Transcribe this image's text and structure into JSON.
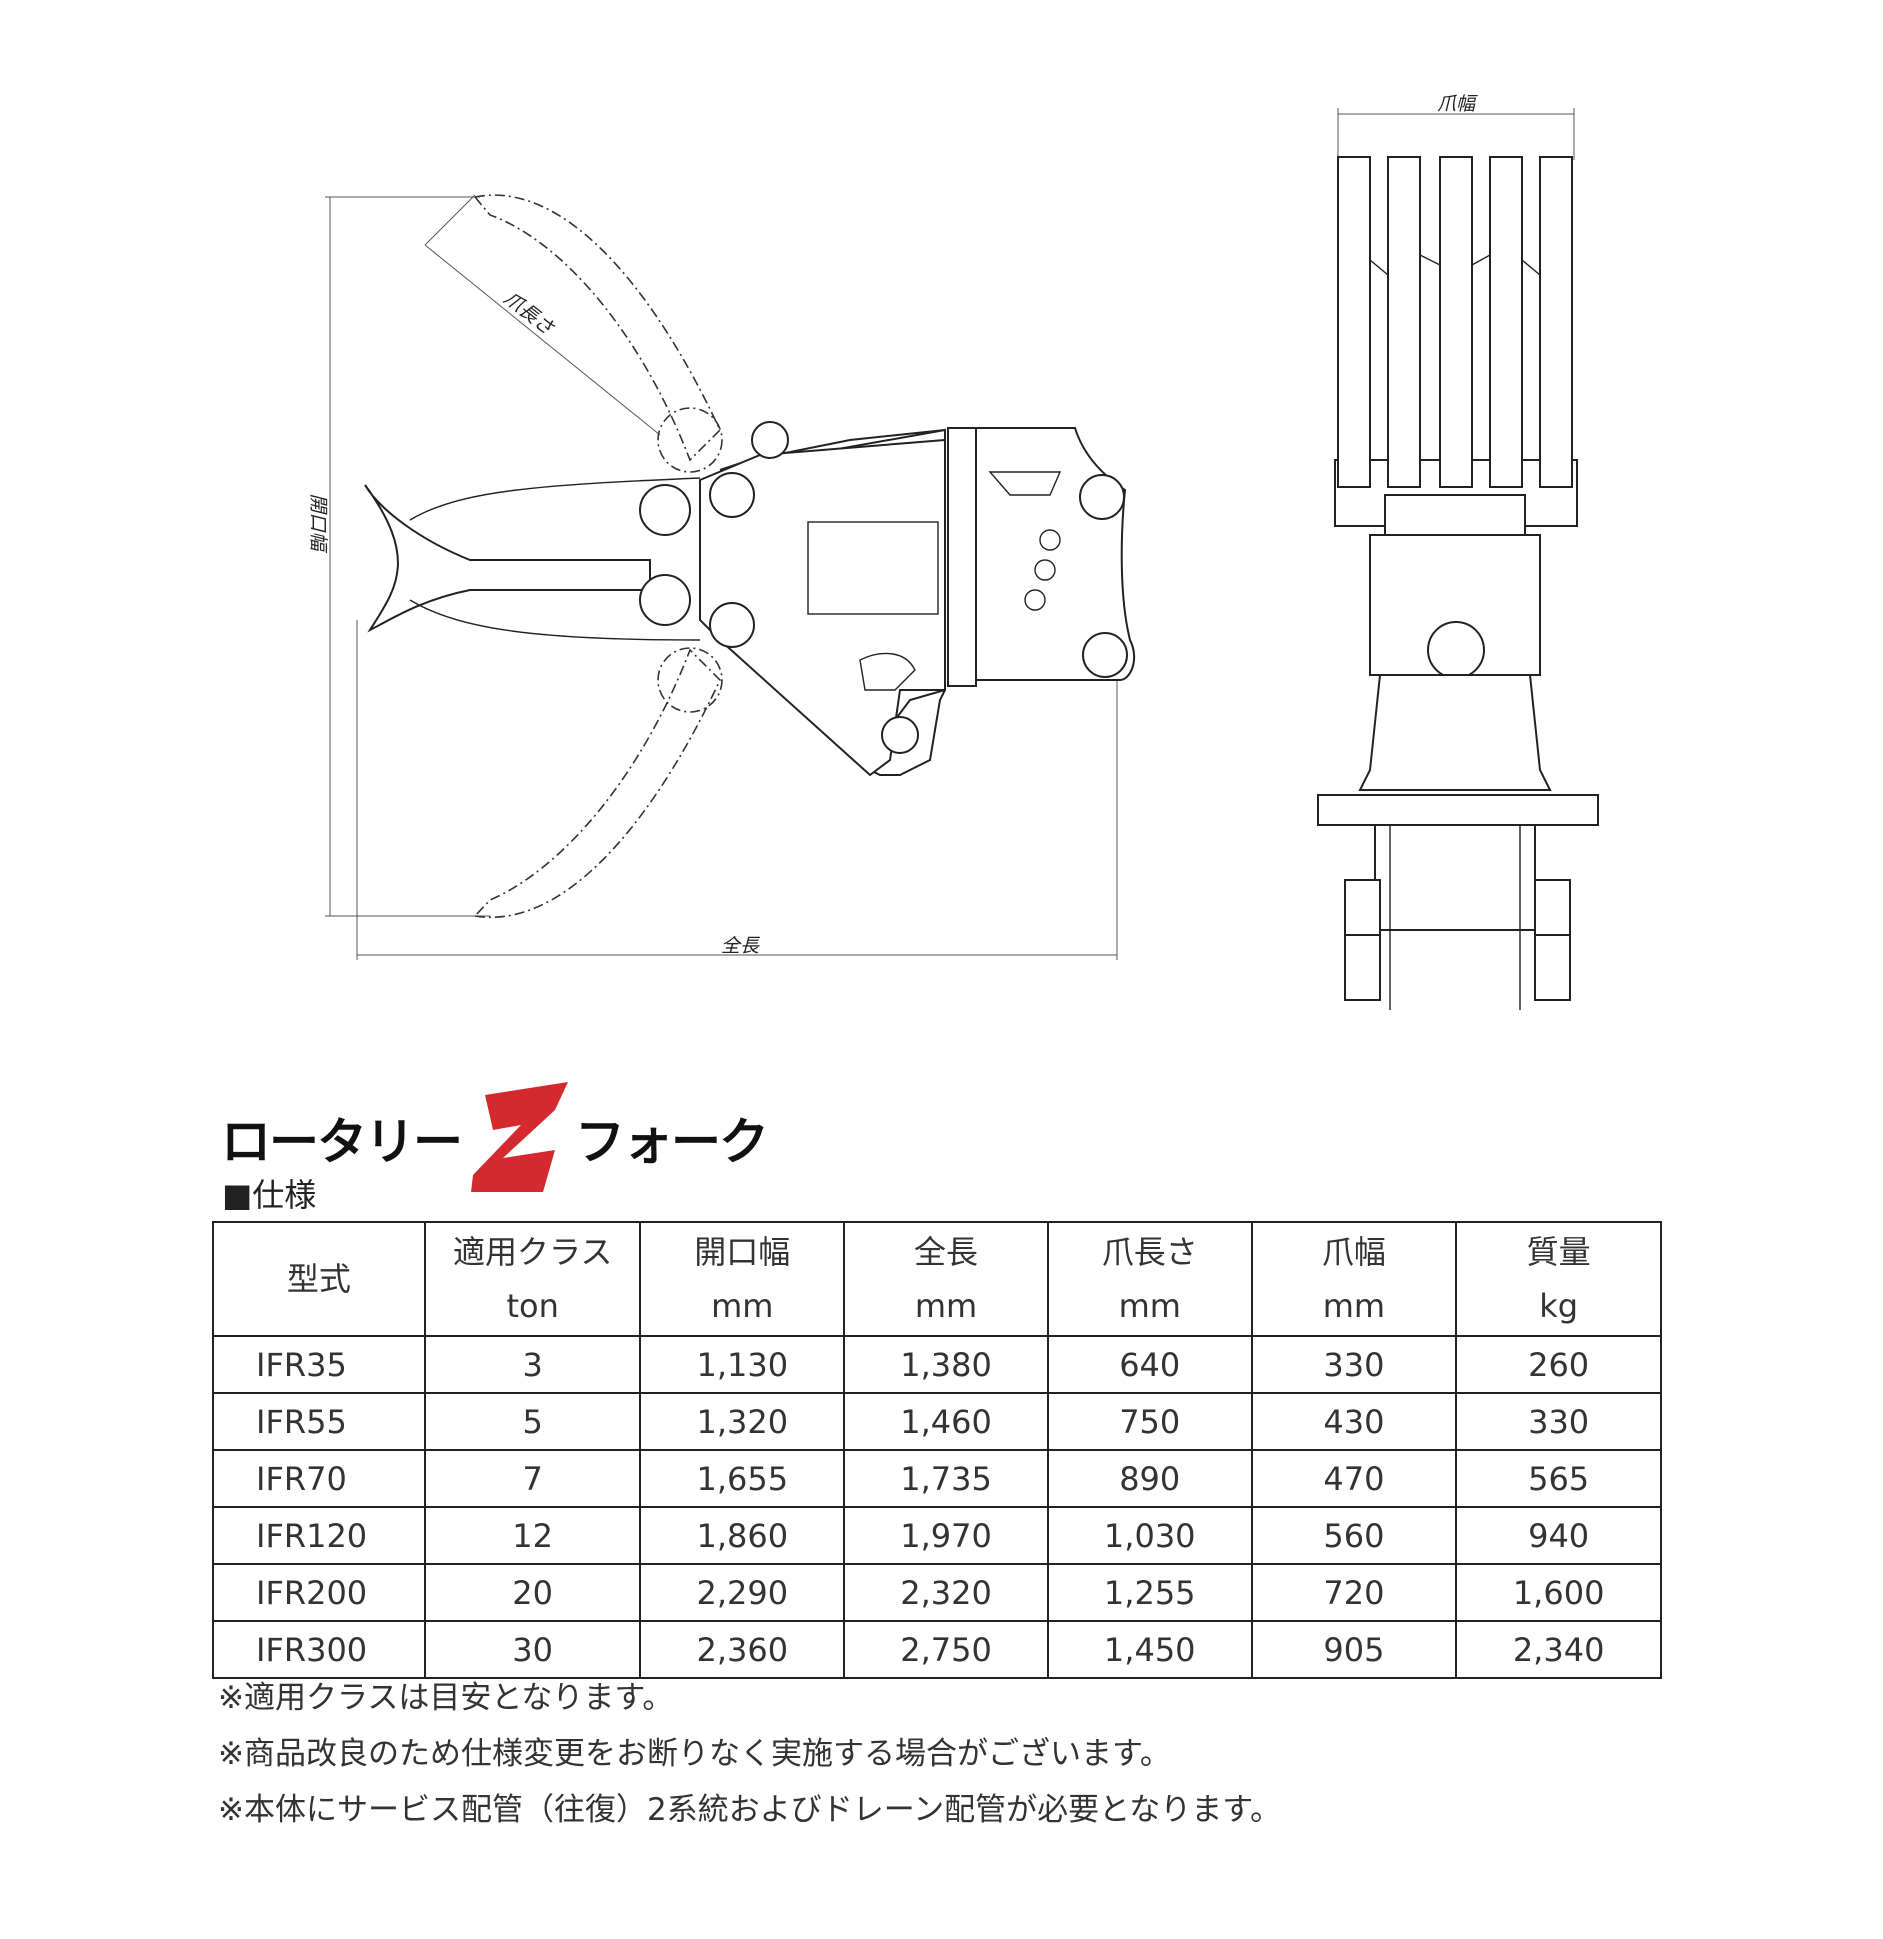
{
  "drawing": {
    "dim_opening_width": "開口幅",
    "dim_overall_length": "全長",
    "dim_tine_length": "爪長さ",
    "dim_tine_width": "爪幅"
  },
  "product": {
    "name_prefix": "ロータリー",
    "logo_letter": "Z",
    "name_suffix": "フォーク",
    "logo_color": "#d42a2f"
  },
  "spec_heading": "■仕様",
  "table": {
    "headers": [
      {
        "label": "型式",
        "unit": ""
      },
      {
        "label": "適用クラス",
        "unit": "ton"
      },
      {
        "label": "開口幅",
        "unit": "mm"
      },
      {
        "label": "全長",
        "unit": "mm"
      },
      {
        "label": "爪長さ",
        "unit": "mm"
      },
      {
        "label": "爪幅",
        "unit": "mm"
      },
      {
        "label": "質量",
        "unit": "kg"
      }
    ],
    "rows": [
      [
        "IFR35",
        "3",
        "1,130",
        "1,380",
        "640",
        "330",
        "260"
      ],
      [
        "IFR55",
        "5",
        "1,320",
        "1,460",
        "750",
        "430",
        "330"
      ],
      [
        "IFR70",
        "7",
        "1,655",
        "1,735",
        "890",
        "470",
        "565"
      ],
      [
        "IFR120",
        "12",
        "1,860",
        "1,970",
        "1,030",
        "560",
        "940"
      ],
      [
        "IFR200",
        "20",
        "2,290",
        "2,320",
        "1,255",
        "720",
        "1,600"
      ],
      [
        "IFR300",
        "30",
        "2,360",
        "2,750",
        "1,450",
        "905",
        "2,340"
      ]
    ]
  },
  "notes": [
    "※適用クラスは目安となります。",
    "※商品改良のため仕様変更をお断りなく実施する場合がございます。",
    "※本体にサービス配管（往復）2系統およびドレーン配管が必要となります。"
  ]
}
